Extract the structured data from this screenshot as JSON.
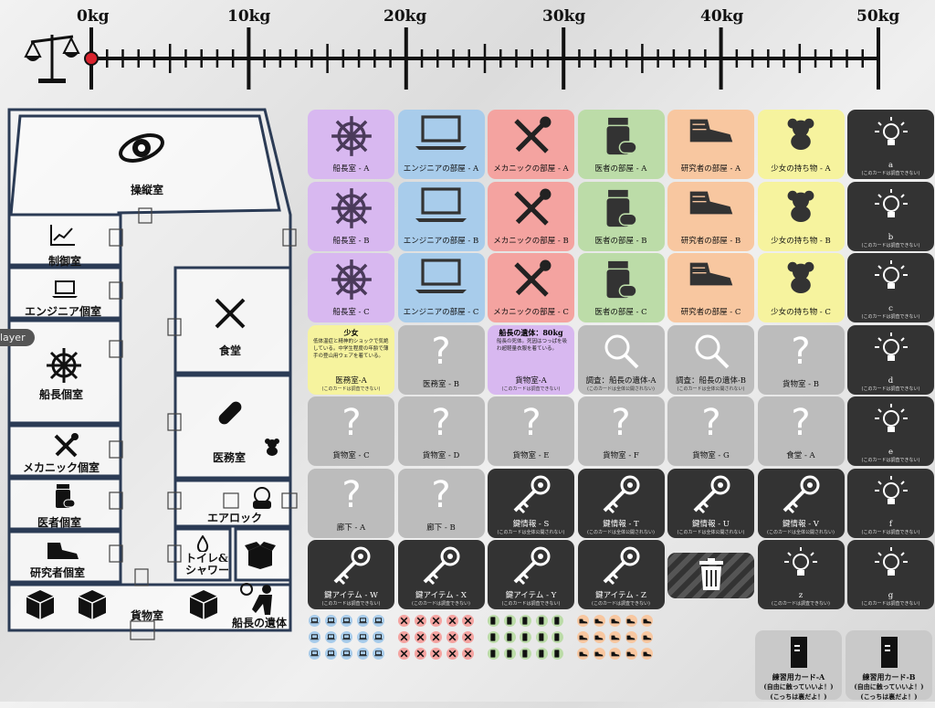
{
  "scale": {
    "labels": [
      "0kg",
      "10kg",
      "20kg",
      "30kg",
      "40kg",
      "50kg"
    ],
    "current_weight_kg": 0,
    "max_kg": 50,
    "colors": {
      "line": "#111111",
      "marker": "#d9232e"
    }
  },
  "map": {
    "player_tag": "layer",
    "rooms": {
      "cockpit": "操縦室",
      "control": "制御室",
      "engineer": "エンジニア個室",
      "captain": "船長個室",
      "mechanic": "メカニック個室",
      "doctor": "医者個室",
      "researcher": "研究者個室",
      "canteen": "食堂",
      "infirmary": "医務室",
      "airlock": "エアロック",
      "toilet": "トイレ&\nシャワー",
      "cargo": "貨物室",
      "corpse": "船長の遺体"
    }
  },
  "cards": {
    "row1": [
      "船長室 - A",
      "エンジニアの部屋 - A",
      "メカニックの部屋 - A",
      "医者の部屋 - A",
      "研究者の部屋 - A",
      "少女の持ち物 - A",
      "a"
    ],
    "row2": [
      "船長室 - B",
      "エンジニアの部屋 - B",
      "メカニックの部屋 - B",
      "医者の部屋 - B",
      "研究者の部屋 - B",
      "少女の持ち物 - B",
      "b"
    ],
    "row3": [
      "船長室 - C",
      "エンジニアの部屋 - C",
      "メカニックの部屋 - C",
      "医者の部屋 - C",
      "研究者の部屋 - C",
      "少女の持ち物 - C",
      "c"
    ],
    "row4": [
      "医務室-A",
      "医務室 - B",
      "貨物室-A",
      "調査：船長の遺体-A",
      "調査：船長の遺体-B",
      "貨物室 - B",
      "d"
    ],
    "row5": [
      "貨物室 - C",
      "貨物室 - D",
      "貨物室 - E",
      "貨物室 - F",
      "貨物室 - G",
      "食堂 - A",
      "e"
    ],
    "row6": [
      "廊下 - A",
      "廊下 - B",
      "鍵情報 - S",
      "鍵情報 - T",
      "鍵情報 - U",
      "鍵情報 - V",
      "f"
    ],
    "row7": [
      "鍵アイテム - W",
      "鍵アイテム - X",
      "鍵アイテム - Y",
      "鍵アイテム - Z",
      "",
      "z",
      "g"
    ],
    "note_not_investigable": "(このカードは調査できない)",
    "note_not_public": "(このカードは全体公開されない)",
    "girl_card": {
      "title": "少女",
      "text": "低体温症と精神的ショックで気絶している。中学生程度の年齢で薄手の登山用ウェアを着ている。"
    },
    "corpse_card": {
      "title": "船長の遺体：80kg",
      "text": "船長の死体。死因はつっぱを吸わ超軽量衣服を着ている。"
    },
    "practice_a": {
      "label": "練習用カード-A",
      "sub1": "(自由に触っていいよ！)",
      "sub2": "(こっちは裏だよ！)"
    },
    "practice_b": {
      "label": "練習用カード-B",
      "sub1": "(自由に触っていいよ！)",
      "sub2": "(こっちは裏だよ！)"
    }
  },
  "colors": {
    "purple": "#d8b8f0",
    "blue": "#a8cceb",
    "red": "#f4a3a0",
    "green": "#bcdca8",
    "orange": "#f8c7a0",
    "yellow": "#f6f39e",
    "gray": "#bcbcbc",
    "dark": "#333333"
  }
}
